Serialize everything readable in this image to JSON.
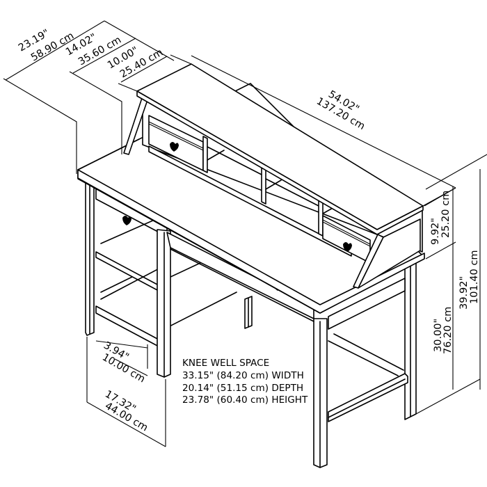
{
  "diagram": {
    "subject": "Desk with hutch — dimension drawing",
    "dimensions": {
      "overall_depth": {
        "in": "23.19\"",
        "cm": "58.90 cm"
      },
      "desk_depth_hutch_offset": {
        "in": "14.02\"",
        "cm": "35.60 cm"
      },
      "hutch_depth": {
        "in": "10.00\"",
        "cm": "25.40 cm"
      },
      "width": {
        "in": "54.02\"",
        "cm": "137.20 cm"
      },
      "hutch_height": {
        "in": "9.92\"",
        "cm": "25.20 cm"
      },
      "overall_height": {
        "in": "39.92\"",
        "cm": "101.40 cm"
      },
      "desk_height": {
        "in": "30.00\"",
        "cm": "76.20 cm"
      },
      "shelf_clearance": {
        "in": "3.94\"",
        "cm": "10.00 cm"
      },
      "side_depth": {
        "in": "17.32\"",
        "cm": "44.00 cm"
      }
    },
    "knee_well": {
      "title": "KNEE WELL SPACE",
      "width": "33.15\" (84.20 cm) WIDTH",
      "depth": "20.14\" (51.15 cm) DEPTH",
      "height": "23.78\" (60.40 cm) HEIGHT"
    }
  }
}
